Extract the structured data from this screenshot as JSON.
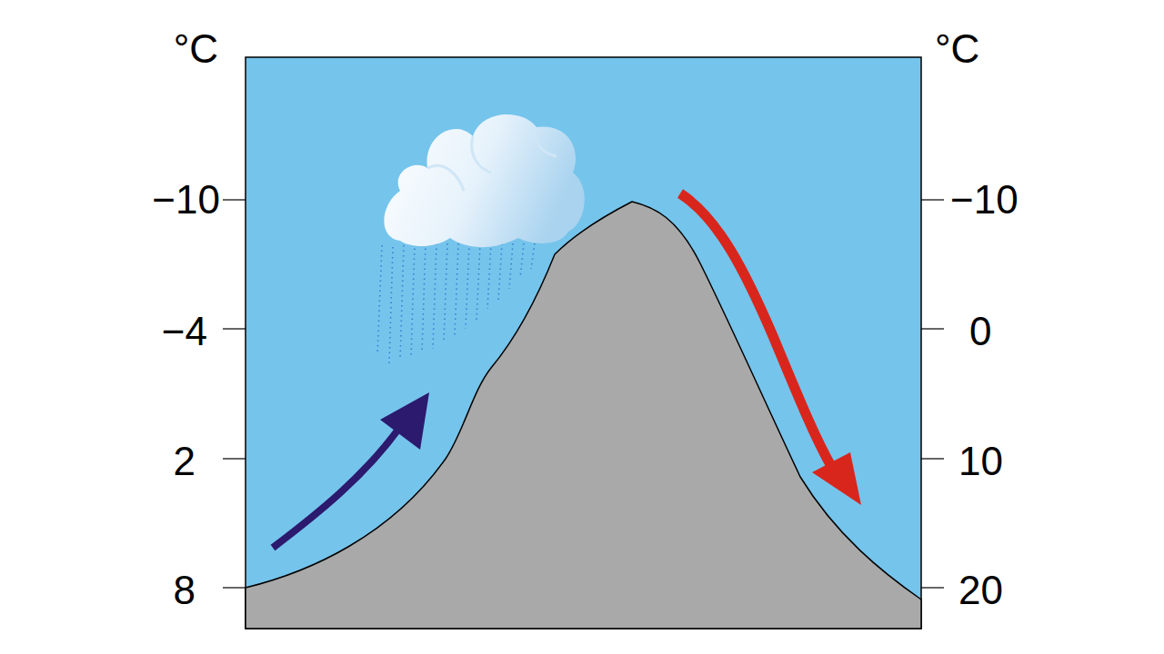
{
  "diagram": {
    "labels": [
      "°C",
      "−10",
      "−4",
      "2",
      "8",
      "°C",
      "−10",
      "0",
      "10",
      "20"
    ]
  }
}
